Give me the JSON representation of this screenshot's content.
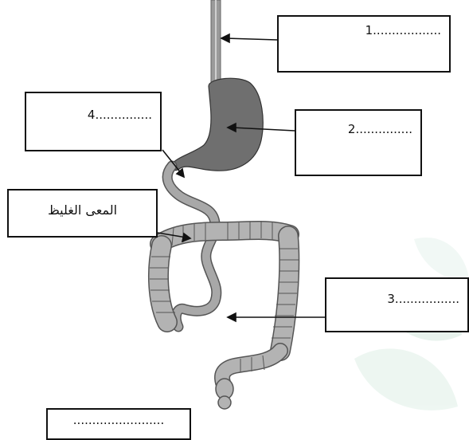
{
  "diagram": {
    "labels": [
      {
        "id": "box-1",
        "text": "1.................."
      },
      {
        "id": "box-2",
        "text": "2...............",
        "note": ""
      },
      {
        "id": "box-3",
        "text": "3................."
      },
      {
        "id": "box-4",
        "text": "4..............."
      },
      {
        "id": "box-5",
        "text": "المعى الغليظ"
      },
      {
        "id": "box-6",
        "text": "........................"
      }
    ]
  }
}
